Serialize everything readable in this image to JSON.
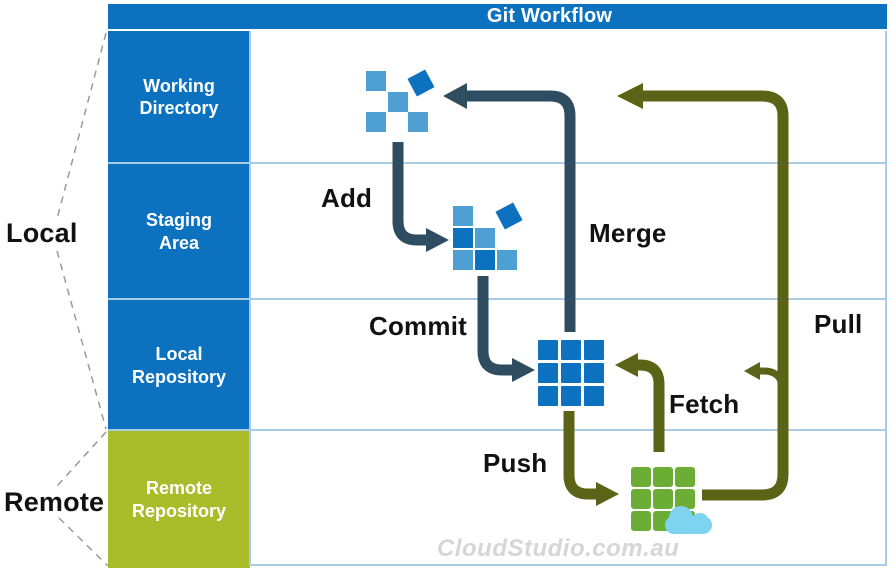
{
  "title": "Git Workflow",
  "groups": {
    "local": "Local",
    "remote": "Remote"
  },
  "rows": [
    {
      "label": "Working\nDirectory"
    },
    {
      "label": "Staging\nArea"
    },
    {
      "label": "Local\nRepository"
    },
    {
      "label": "Remote\nRepository"
    }
  ],
  "actions": {
    "add": "Add",
    "commit": "Commit",
    "push": "Push",
    "merge": "Merge",
    "fetch": "Fetch",
    "pull": "Pull"
  },
  "watermark": "CloudStudio.com.au",
  "icons": {
    "working_directory": "scattered-squares-icon",
    "staging_area": "partial-grid-squares-icon",
    "local_repository": "blue-grid-icon",
    "remote_repository": "green-grid-cloud-icon"
  },
  "colors": {
    "blue": "#0C71BE",
    "light_blue": "#4E9FD2",
    "green_box": "#A9BC29",
    "icon_green": "#6CAE35",
    "cloud": "#7ED3F1",
    "navy": "#2F4D60",
    "olive": "#5A6316",
    "divider": "#A8CCE4",
    "dash": "#9A9A9A",
    "watermark": "#D6D6D6"
  }
}
